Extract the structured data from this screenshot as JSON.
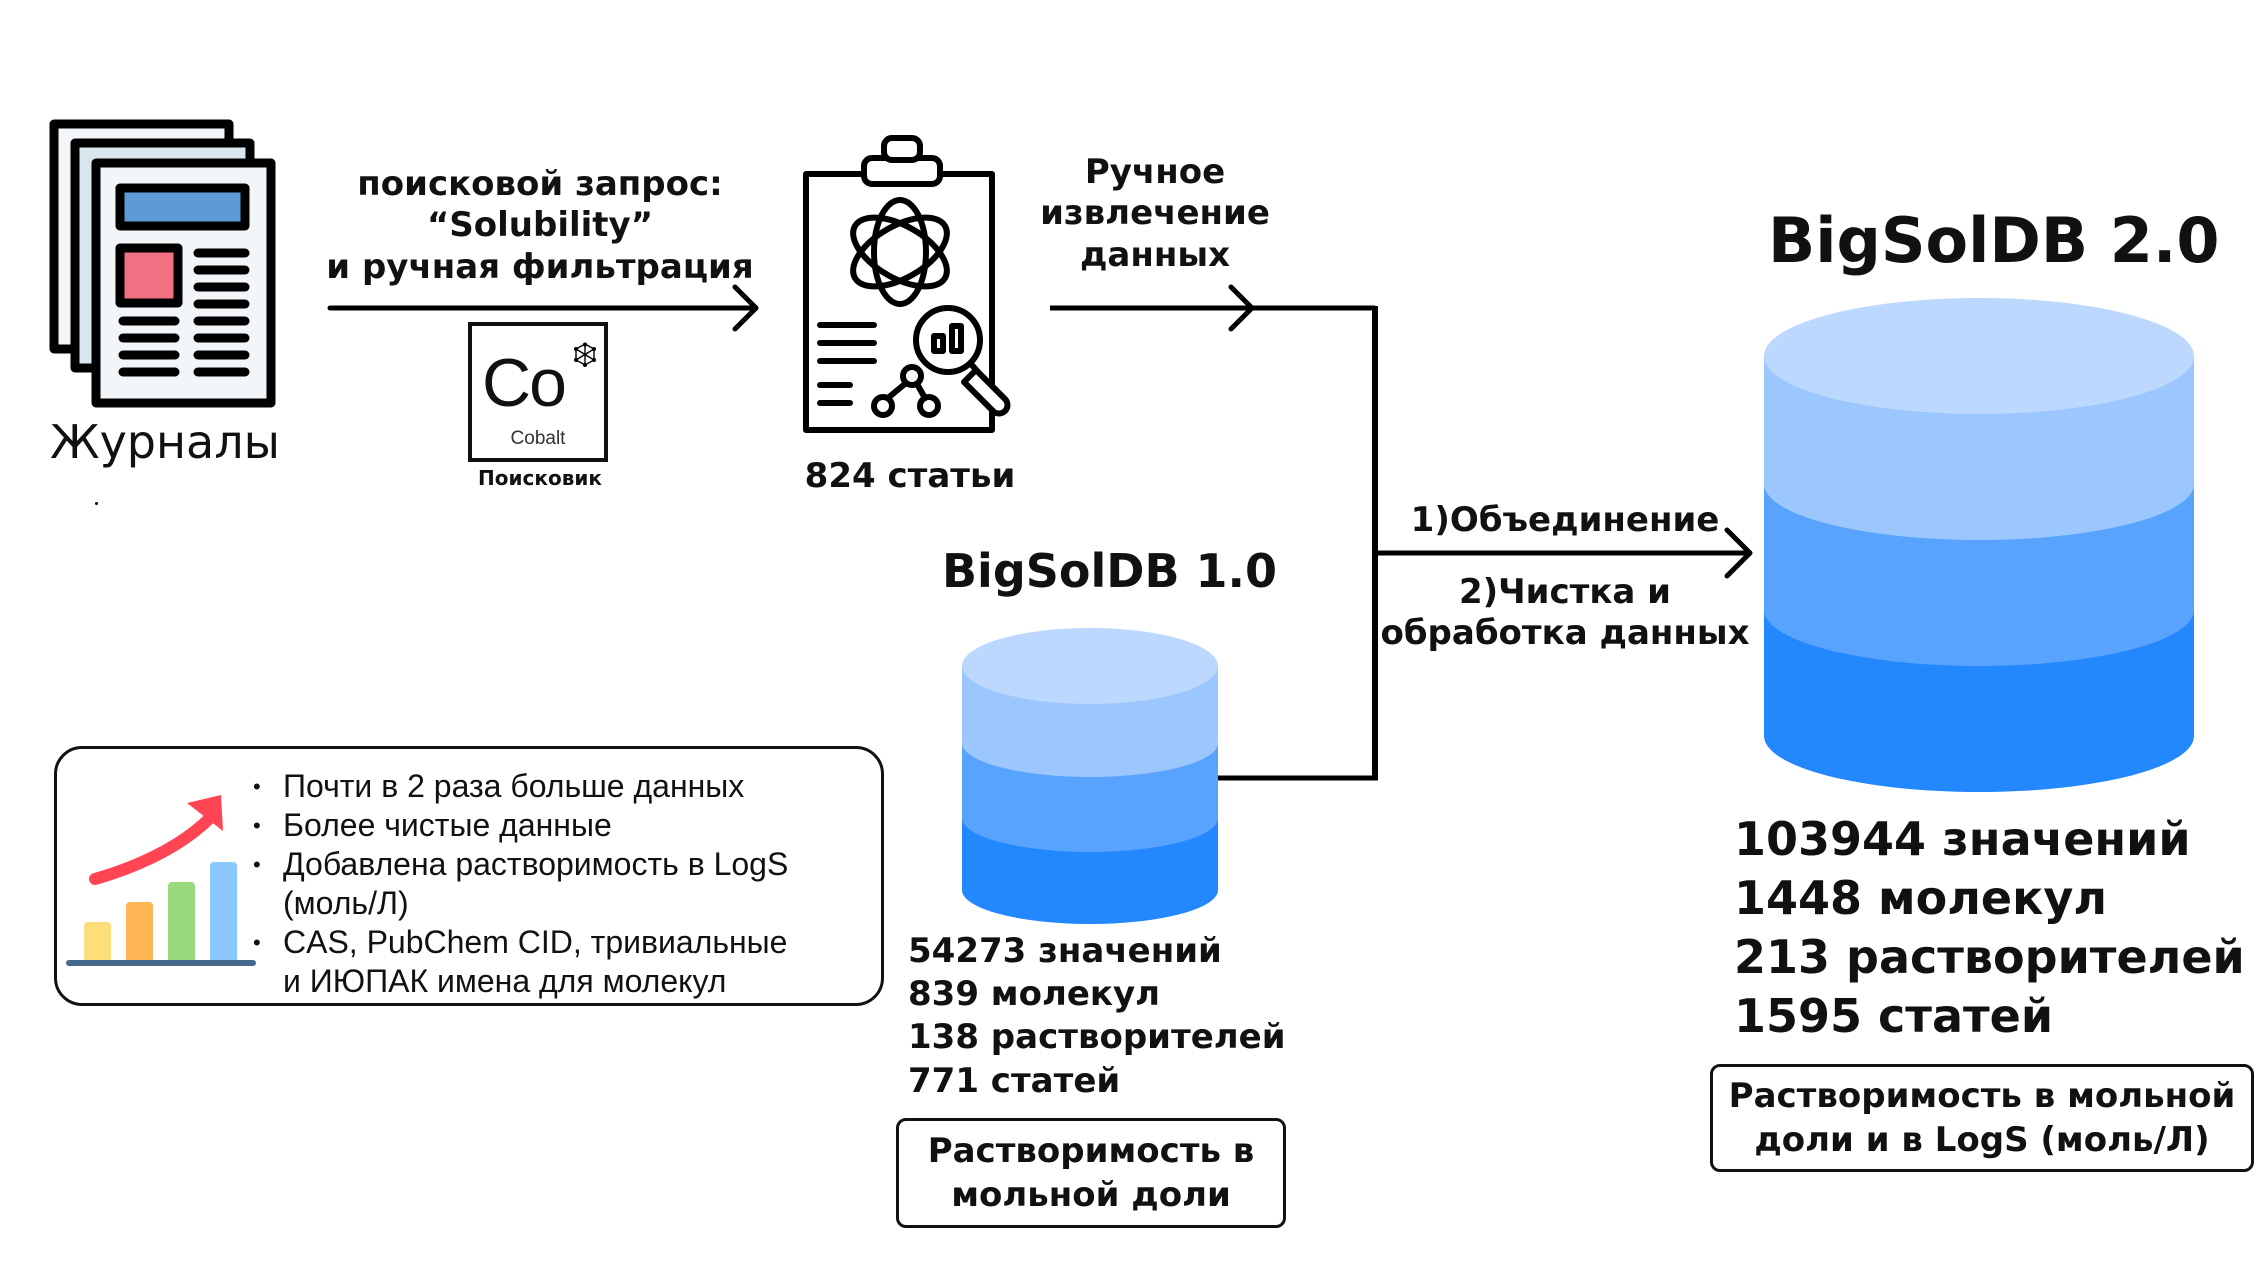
{
  "journals": {
    "label": "Журналы",
    "icon": "newspaper-stack-icon",
    "colors": {
      "header_bar": "#5e9ad8",
      "image_block": "#ef7182",
      "page": "#f3f6f8",
      "page_back": "#dae6ee"
    }
  },
  "search_step": {
    "label": "поисковой запрос:\n“Solubility”\nи ручная фильтрация",
    "engine": {
      "symbol": "Co",
      "name": "Cobalt",
      "caption": "Поисковик"
    }
  },
  "articles": {
    "label": "824 статьи",
    "icon": "clipboard-science-icon"
  },
  "extraction_step": {
    "label": "Ручное\nизвлечение\nданных"
  },
  "merge_step": {
    "step1": "1)Объединение",
    "step2": "2)Чистка и\nобработка данных"
  },
  "db_v1": {
    "title": "BigSolDB 1.0",
    "stats": [
      "54273 значений",
      "839 молекул",
      "138 растворителей",
      "771 статей"
    ],
    "note": "Растворимость в\nмольной доли"
  },
  "db_v2": {
    "title": "BigSolDB 2.0",
    "stats": [
      "103944 значений",
      "1448 молекул",
      "213 растворителей",
      "1595 статей"
    ],
    "note": "Растворимость в мольной\nдоли и в LogS (моль/Л)"
  },
  "db_colors": {
    "top": "#bcd8fe",
    "layer1": "#9bc6fe",
    "layer2": "#58a3fe",
    "layer3": "#2387fe"
  },
  "features": {
    "icon": "growth-chart-icon",
    "items": [
      "Почти в 2 раза больше данных",
      "Более чистые данные",
      "Добавлена растворимость в LogS\n(моль/Л)",
      "CAS, PubChem CID, тривиальные\nи ИЮПАК имена для молекул"
    ],
    "chart_colors": [
      "#fdde7a",
      "#feb655",
      "#98d97b",
      "#8bc8fd"
    ],
    "arrow_color": "#ff4553",
    "axis_color": "#45698a"
  }
}
